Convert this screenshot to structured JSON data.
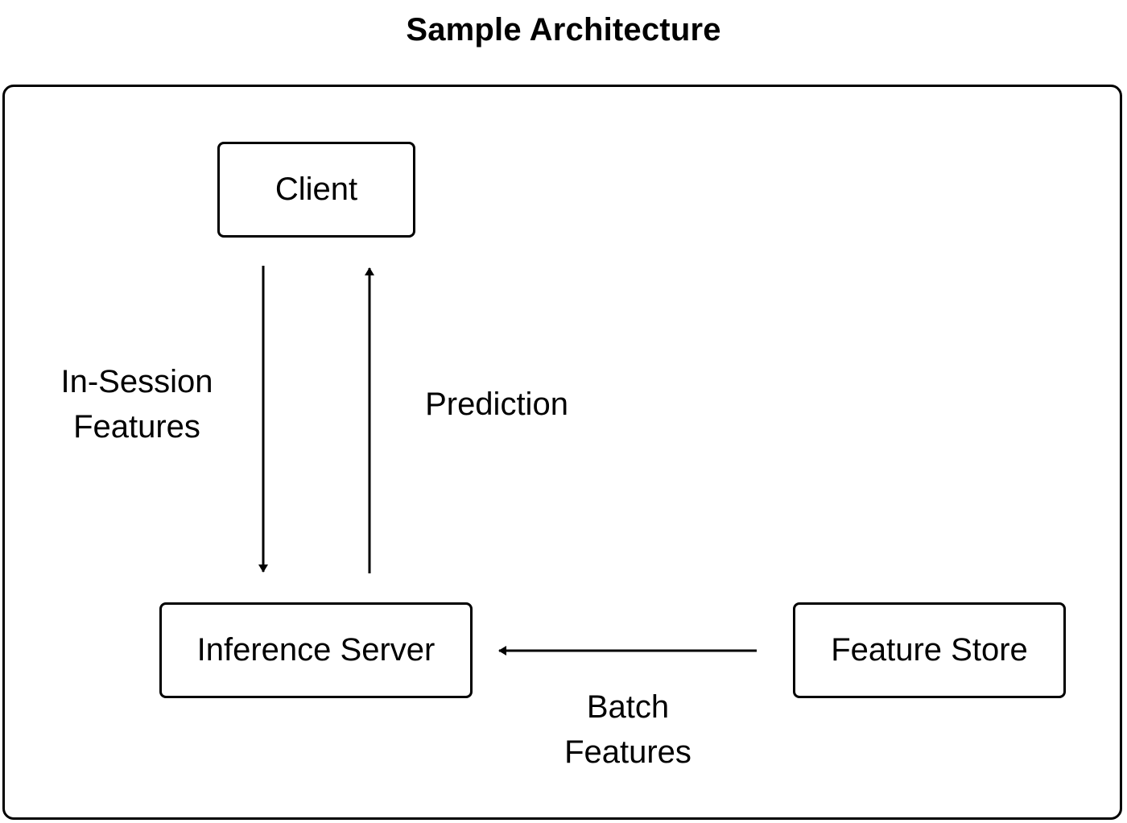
{
  "diagram": {
    "title": "Sample Architecture",
    "nodes": {
      "client": "Client",
      "inference_server": "Inference Server",
      "feature_store": "Feature Store"
    },
    "edges": {
      "in_session": {
        "line1": "In-Session",
        "line2": "Features"
      },
      "prediction": {
        "line1": "Prediction"
      },
      "batch": {
        "line1": "Batch",
        "line2": "Features"
      }
    }
  }
}
